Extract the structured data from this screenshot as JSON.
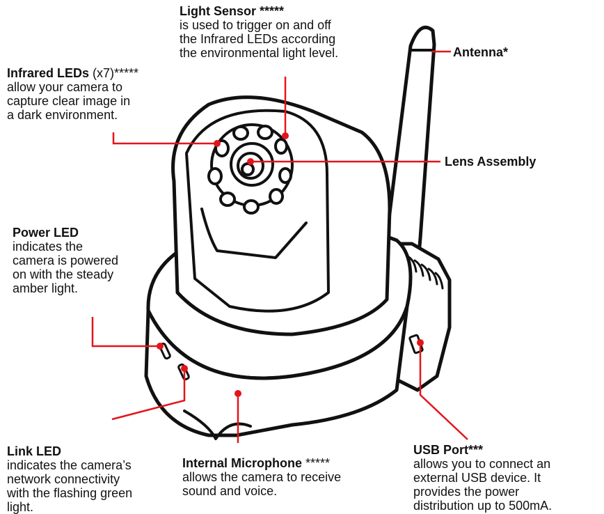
{
  "callouts": {
    "light_sensor": {
      "title": "Light Sensor *****",
      "desc": "is used to trigger on and off\nthe Infrared LEDs according\nthe environmental light level."
    },
    "infrared_leds": {
      "title": "Infrared LEDs",
      "title_suffix": " (x7)*****",
      "desc": "allow your camera to\ncapture clear image in\na dark environment."
    },
    "antenna": {
      "title": "Antenna*"
    },
    "lens_assembly": {
      "title": "Lens Assembly"
    },
    "power_led": {
      "title": "Power LED",
      "desc": "indicates the\ncamera is powered\non with the steady\namber light."
    },
    "link_led": {
      "title": "Link LED",
      "desc": "indicates the camera’s\nnetwork connectivity\nwith the flashing green\nlight."
    },
    "internal_microphone": {
      "title": "Internal Microphone",
      "title_suffix": " *****",
      "desc": "allows the camera to receive\nsound and voice."
    },
    "usb_port": {
      "title": "USB Port***",
      "desc": "allows you to connect an\nexternal USB device.  It\nprovides the power\ndistribution up to 500mA."
    }
  },
  "colors": {
    "leader": "#e3141b",
    "outline": "#111111",
    "fill": "#ffffff"
  }
}
